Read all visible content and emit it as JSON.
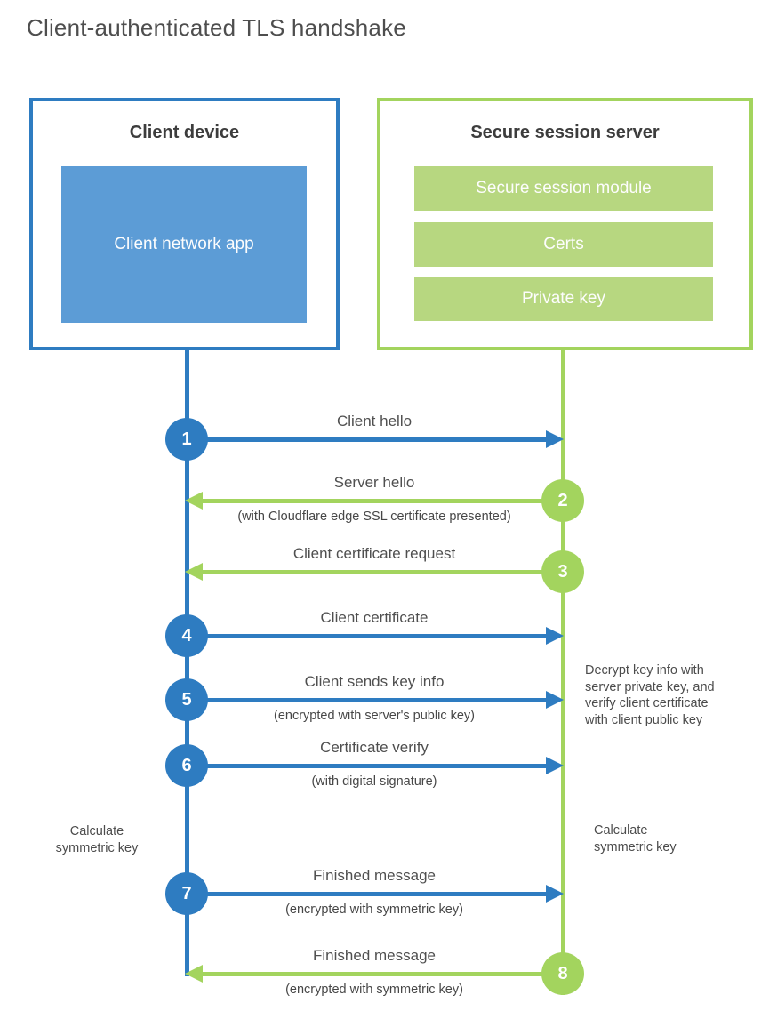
{
  "title": "Client-authenticated TLS handshake",
  "colors": {
    "blue": "#2e7cc1",
    "blue_fill": "#5c9cd6",
    "green": "#a3d45e",
    "green_fill": "#b7d780"
  },
  "client_box": {
    "title": "Client device",
    "app_label": "Client network app"
  },
  "server_box": {
    "title": "Secure session server",
    "modules": [
      {
        "label": "Secure session module"
      },
      {
        "label": "Certs"
      },
      {
        "label": "Private key"
      }
    ]
  },
  "steps": [
    {
      "num": "1",
      "actor": "client",
      "direction": "right",
      "label": "Client hello",
      "sublabel": ""
    },
    {
      "num": "2",
      "actor": "server",
      "direction": "left",
      "label": "Server hello",
      "sublabel": "(with Cloudflare edge SSL certificate presented)"
    },
    {
      "num": "3",
      "actor": "server",
      "direction": "left",
      "label": "Client certificate request",
      "sublabel": ""
    },
    {
      "num": "4",
      "actor": "client",
      "direction": "right",
      "label": "Client certificate",
      "sublabel": ""
    },
    {
      "num": "5",
      "actor": "client",
      "direction": "right",
      "label": "Client sends key info",
      "sublabel": "(encrypted with server's public key)"
    },
    {
      "num": "6",
      "actor": "client",
      "direction": "right",
      "label": "Certificate verify",
      "sublabel": "(with digital signature)"
    },
    {
      "num": "7",
      "actor": "client",
      "direction": "right",
      "label": "Finished message",
      "sublabel": "(encrypted with symmetric key)"
    },
    {
      "num": "8",
      "actor": "server",
      "direction": "left",
      "label": "Finished message",
      "sublabel": "(encrypted with symmetric key)"
    }
  ],
  "notes": {
    "decrypt": "Decrypt key info with server private key, and verify client certificate with client public key",
    "calc_left": "Calculate symmetric key",
    "calc_right": "Calculate symmetric key"
  }
}
